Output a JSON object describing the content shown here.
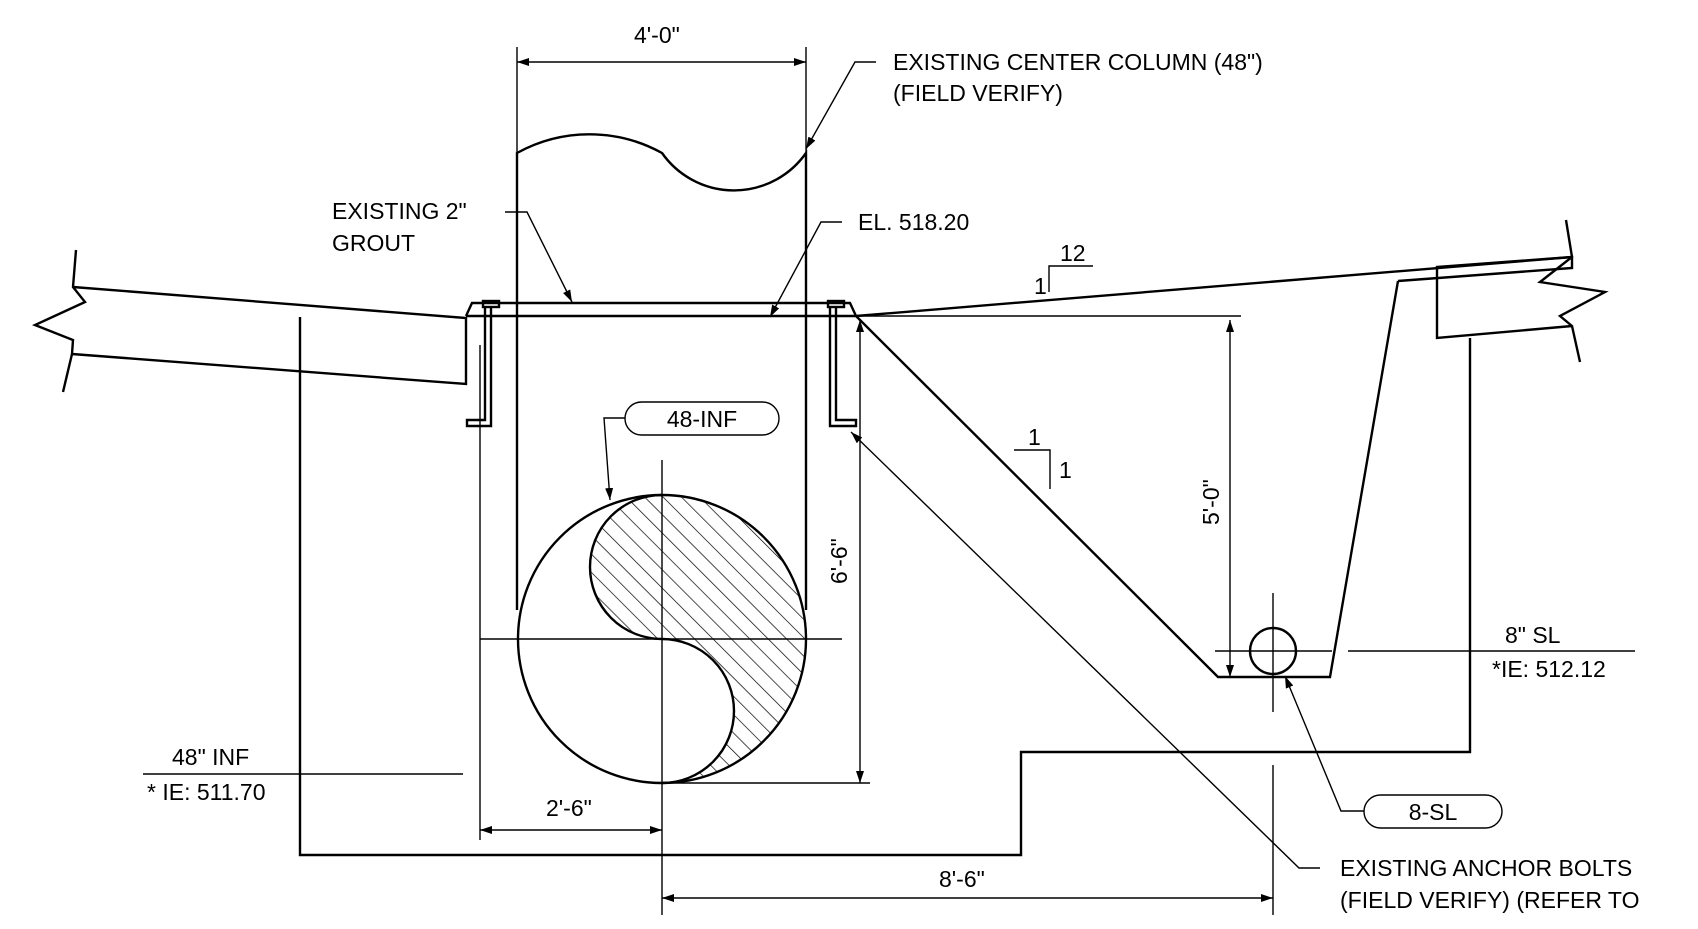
{
  "dimensions": {
    "column_width": "4'-0\"",
    "depth_left": "6'-6\"",
    "depth_right": "5'-0\"",
    "pipe_offset": "2'-6\"",
    "overall_width": "8'-6\""
  },
  "callouts": {
    "center_column_line1": "EXISTING CENTER COLUMN (48\")",
    "center_column_line2": "(FIELD VERIFY)",
    "grout_line1": "EXISTING 2\"",
    "grout_line2": "GROUT",
    "elevation": "EL. 518.20",
    "anchor_line1": "EXISTING ANCHOR BOLTS",
    "anchor_line2": "(FIELD VERIFY)  (REFER TO"
  },
  "slopes": {
    "roof_rise": "1",
    "roof_run": "12",
    "wall_rise": "1",
    "wall_run": "1"
  },
  "pipes": {
    "inf_tag": "48-INF",
    "inf_label": "48\" INF",
    "inf_ie": "* IE: 511.70",
    "sl_tag": "8-SL",
    "sl_label": "8\" SL",
    "sl_ie": "*IE: 512.12"
  }
}
